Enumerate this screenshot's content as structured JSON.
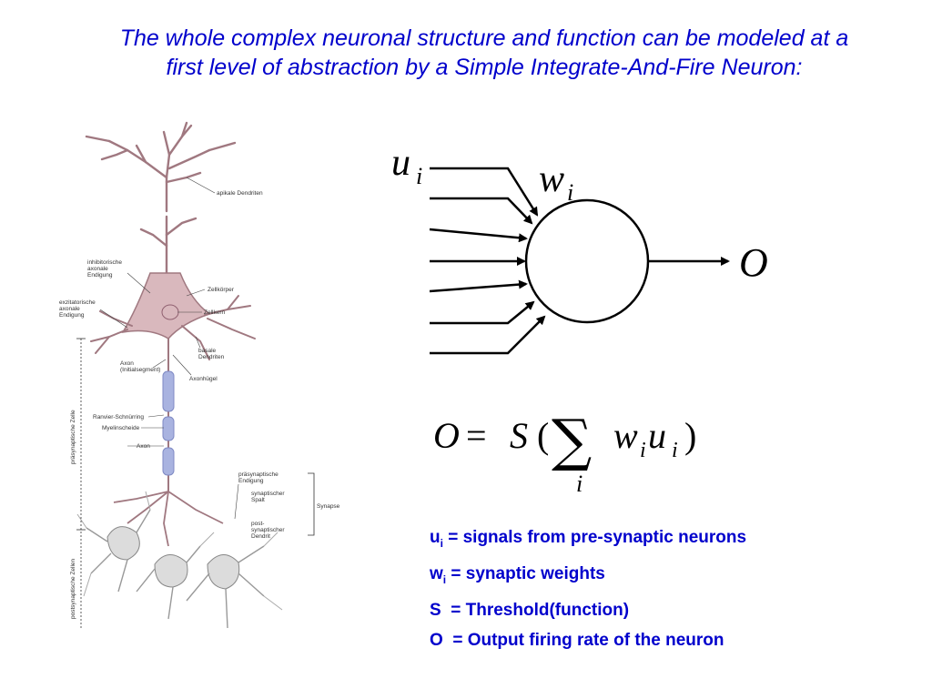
{
  "title": {
    "line1": "The whole complex neuronal structure and function can be modeled at a",
    "line2": "first level of abstraction by a Simple Integrate-And-Fire Neuron:"
  },
  "neuron_labels": {
    "apical": "apikale Dendriten",
    "inhib": [
      "inhibitorische",
      "axonale",
      "Endigung"
    ],
    "zellkoerper": "Zellkörper",
    "excit": [
      "exzitatorische",
      "axonale",
      "Endigung"
    ],
    "zellkern": "Zellkern",
    "basal": [
      "basale",
      "Dendriten"
    ],
    "axon_init": [
      "Axon",
      "(Initialsegment)"
    ],
    "axonhuegel": "Axonhügel",
    "ranvier": "Ranvier-Schnürring",
    "myelin": "Myelinscheide",
    "axon": "Axon",
    "praesyn_end": [
      "präsynaptische",
      "Endigung"
    ],
    "spalt": [
      "synaptischer",
      "Spalt"
    ],
    "synapse": "Synapse",
    "postsyn_dendrit": [
      "post-",
      "synaptischer",
      "Dendrit"
    ],
    "praesyn_zelle": "präsynaptische Zelle",
    "postsyn_zelle": "postsynaptische Zellen"
  },
  "model": {
    "input_symbol": "u",
    "input_sub": "i",
    "weight_symbol": "w",
    "weight_sub": "i",
    "output_symbol": "O",
    "equation": {
      "lhs": "O",
      "eq": "=",
      "func": "S",
      "open": "(",
      "sum": "∑",
      "w": "w",
      "u": "u",
      "sub": "i",
      "close": ")",
      "sum_index": "i"
    }
  },
  "legend": [
    {
      "sym": "u",
      "sub": "i",
      "text": " = signals from pre-synaptic neurons"
    },
    {
      "sym": "w",
      "sub": "i",
      "text": " = synaptic weights"
    },
    {
      "sym": "S",
      "sub": "",
      "text": "  = Threshold(function)"
    },
    {
      "sym": "O",
      "sub": "",
      "text": "  = Output firing rate of the neuron"
    }
  ],
  "colors": {
    "title": "#0000cc",
    "legend": "#0000cc",
    "neuron_fill": "#d9b8bd",
    "myelin": "#a9b3e0",
    "postsyn_cells": "#dcdcdc"
  }
}
